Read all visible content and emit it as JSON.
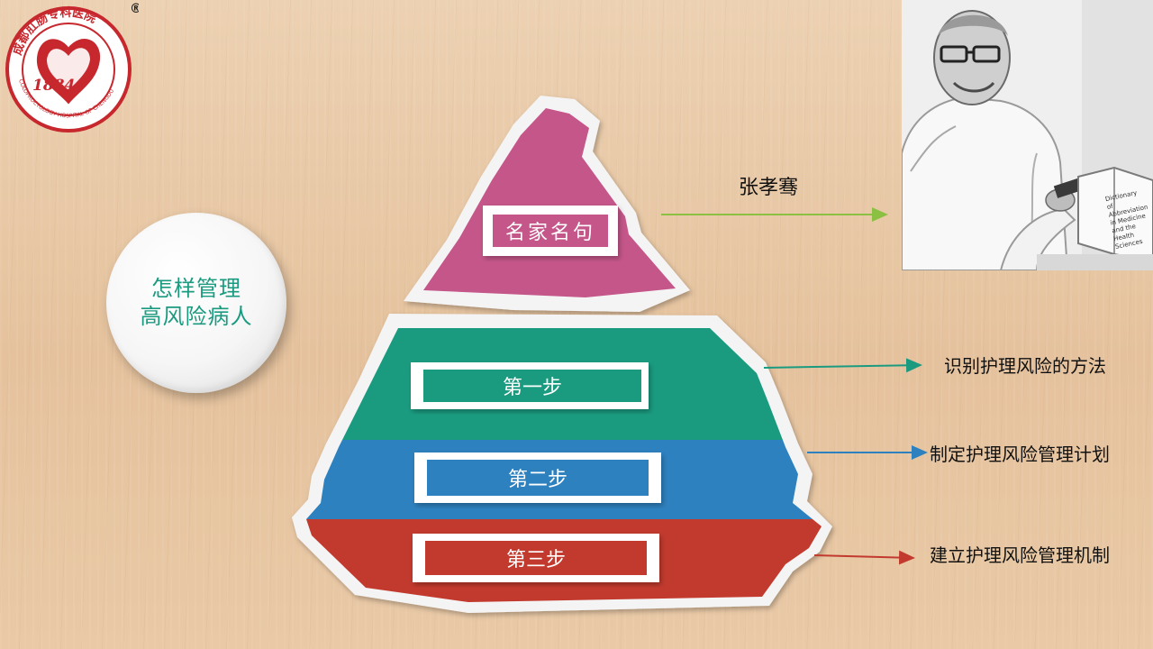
{
  "logo": {
    "arc_text": "成都肛肠专科医院",
    "year": "1884",
    "english_text": "COLOPROCTOLOGY HOSPITAL OF CHENGDU",
    "registered_mark": "®"
  },
  "circle": {
    "line1": "怎样管理",
    "line2": "高风险病人"
  },
  "pyramid": {
    "top_label": "名家名句",
    "steps": [
      {
        "label": "第一步",
        "color": "#1a9b80"
      },
      {
        "label": "第二步",
        "color": "#2e81bf"
      },
      {
        "label": "第三步",
        "color": "#c23a2e"
      }
    ],
    "top_color": "#c5568a"
  },
  "person": {
    "name": "张孝骞",
    "book_text": "Dictionary of Abbreviations in Medicine and the Health Sciences"
  },
  "annotations": {
    "step1": "识别护理风险的方法",
    "step2": "制定护理风险管理计划",
    "step3": "建立护理风险管理机制"
  }
}
